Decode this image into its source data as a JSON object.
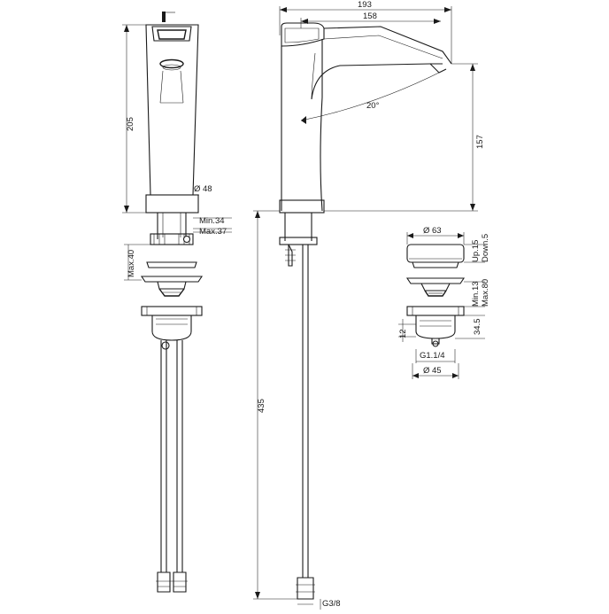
{
  "colors": {
    "line": "#1a1a1a",
    "background": "#ffffff"
  },
  "dimensions": {
    "front_height": "205",
    "front_diameter": "Ø 48",
    "min_thickness": "Min.34",
    "max_thickness": "Max.37",
    "max_40": "Max.40",
    "total_length": "435",
    "width_193": "193",
    "reach_158": "158",
    "height_157": "157",
    "angle": "20°",
    "thread_g38": "G3/8",
    "waste_d63": "Ø 63",
    "up_15": "Up.15",
    "down_5": "Down.5",
    "min_13": "Min.13",
    "max_80": "Max.80",
    "dim_34_5": "34.5",
    "dim_12": "12",
    "thread_g114": "G1.1/4",
    "waste_d45": "Ø 45"
  }
}
